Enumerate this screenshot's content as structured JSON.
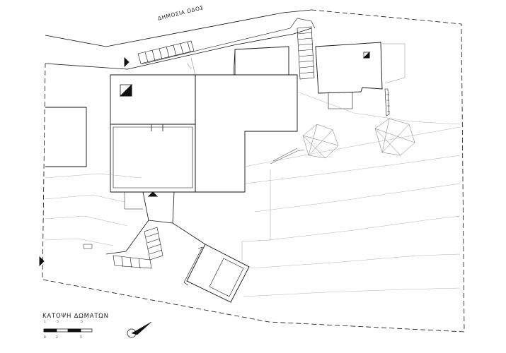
{
  "drawing": {
    "road_label": "ΔΗΜΟΣΙΑ ΟΔΟΣ",
    "title": "ΚΑΤΟΨΗ ΔΩΜΑΤΩΝ",
    "scale_bar": {
      "top_ticks": [
        "1",
        "5",
        "5"
      ],
      "bottom_ticks": [
        "0",
        "2",
        "5"
      ]
    }
  },
  "colors": {
    "line": "#111111",
    "light_line": "#9a9a9a",
    "background": "#ffffff"
  }
}
